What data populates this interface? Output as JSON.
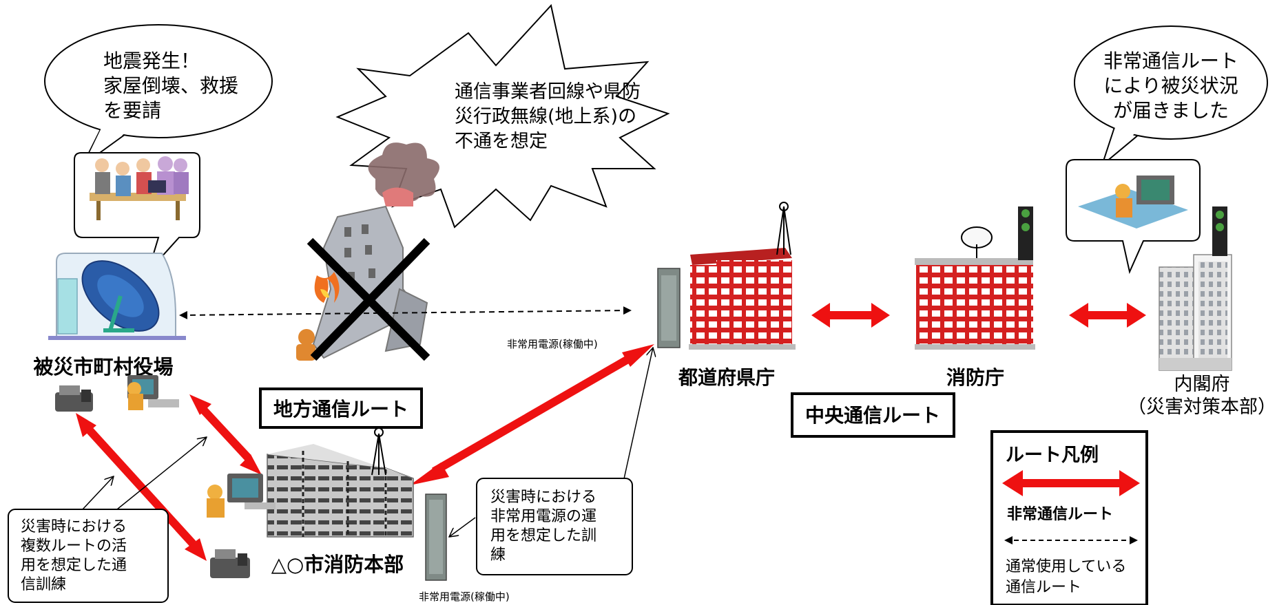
{
  "bubbles": {
    "municipal": [
      "地震発生！",
      "家屋倒壊、救援",
      "を要請"
    ],
    "cabinet": [
      "非常通信ルート",
      "により被災状況",
      "が届きました"
    ],
    "burst": [
      "通信事業者回線や県防",
      "災行政無線(地上系)の",
      "不通を想定"
    ]
  },
  "nodes": {
    "municipal": "被災市町村役場",
    "prefecture": "都道府県庁",
    "fdma": "消防庁",
    "cabinet": [
      "内閣府",
      "（災害対策本部）"
    ],
    "fire_hq": "△○市消防本部"
  },
  "route_labels": {
    "local": "地方通信ルート",
    "central": "中央通信ルート"
  },
  "power": {
    "prefecture": "非常用電源(稼働中)",
    "fire_hq": "非常用電源(稼働中)"
  },
  "notes": {
    "multi_route": [
      "災害時における",
      "複数ルートの活",
      "用を想定した通",
      "信訓練"
    ],
    "power_training": [
      "災害時における",
      "非常用電源の運",
      "用を想定した訓",
      "練"
    ]
  },
  "legend": {
    "title": "ルート凡例",
    "emergency": "非常通信ルート",
    "normal": [
      "通常使用している",
      "通信ルート"
    ]
  },
  "colors": {
    "emergency_route": "#ee1111",
    "building_red": "#d42020",
    "normal_route": "#000000"
  }
}
